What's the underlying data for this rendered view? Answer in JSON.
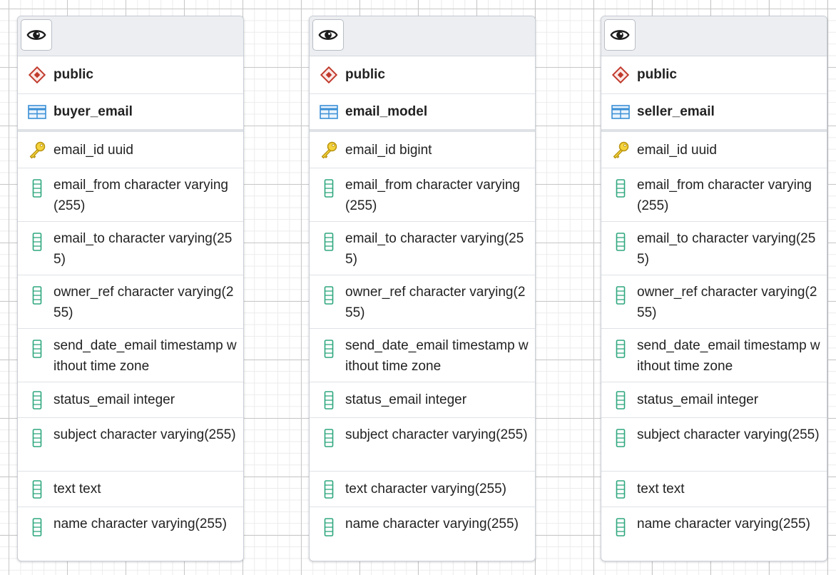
{
  "tables": [
    {
      "schema": "public",
      "name": "buyer_email",
      "columns": [
        {
          "text": "email_id uuid",
          "icon": "primary-key-icon"
        },
        {
          "text": "email_from character varying(255)",
          "icon": "column-icon"
        },
        {
          "text": "email_to character varying(255)",
          "icon": "column-icon"
        },
        {
          "text": "owner_ref character varying(255)",
          "icon": "column-icon"
        },
        {
          "text": "send_date_email timestamp without time zone",
          "icon": "column-icon"
        },
        {
          "text": "status_email integer",
          "icon": "column-icon"
        },
        {
          "text": "subject character varying(255)",
          "icon": "column-icon"
        },
        {
          "text": "text text",
          "icon": "column-icon"
        },
        {
          "text": "name character varying(255)",
          "icon": "column-icon"
        }
      ]
    },
    {
      "schema": "public",
      "name": "email_model",
      "columns": [
        {
          "text": "email_id bigint",
          "icon": "primary-key-icon"
        },
        {
          "text": "email_from character varying(255)",
          "icon": "column-icon"
        },
        {
          "text": "email_to character varying(255)",
          "icon": "column-icon"
        },
        {
          "text": "owner_ref character varying(255)",
          "icon": "column-icon"
        },
        {
          "text": "send_date_email timestamp without time zone",
          "icon": "column-icon"
        },
        {
          "text": "status_email integer",
          "icon": "column-icon"
        },
        {
          "text": "subject character varying(255)",
          "icon": "column-icon"
        },
        {
          "text": "text character varying(255)",
          "icon": "column-icon"
        },
        {
          "text": "name character varying(255)",
          "icon": "column-icon"
        }
      ]
    },
    {
      "schema": "public",
      "name": "seller_email",
      "columns": [
        {
          "text": "email_id uuid",
          "icon": "primary-key-icon"
        },
        {
          "text": "email_from character varying(255)",
          "icon": "column-icon"
        },
        {
          "text": "email_to character varying(255)",
          "icon": "column-icon"
        },
        {
          "text": "owner_ref character varying(255)",
          "icon": "column-icon"
        },
        {
          "text": "send_date_email timestamp without time zone",
          "icon": "column-icon"
        },
        {
          "text": "status_email integer",
          "icon": "column-icon"
        },
        {
          "text": "subject character varying(255)",
          "icon": "column-icon"
        },
        {
          "text": "text text",
          "icon": "column-icon"
        },
        {
          "text": "name character varying(255)",
          "icon": "column-icon"
        }
      ]
    }
  ],
  "colors": {
    "schema_icon": "#c0392b",
    "table_icon": "#3a8fd6",
    "key_icon": "#e6b800",
    "column_icon": "#2ea77e",
    "header_bg": "#eceef1"
  }
}
